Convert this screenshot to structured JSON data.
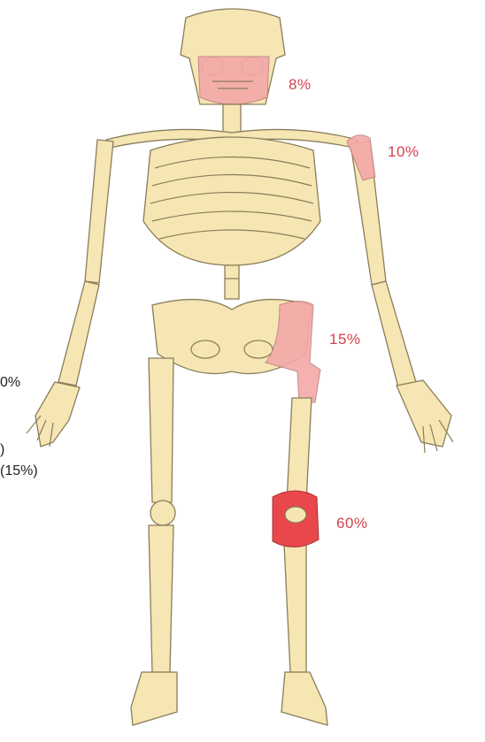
{
  "regions": [
    {
      "id": "jaw",
      "label": "8%"
    },
    {
      "id": "shoulder",
      "label": "10%"
    },
    {
      "id": "pelvis",
      "label": "15%"
    },
    {
      "id": "knee",
      "label": "60%"
    }
  ],
  "side_text": [
    "0%",
    ")",
    "(15%)"
  ],
  "colors": {
    "bone": "#f6e6b4",
    "outline": "#8a7d5a",
    "highlight_light": "#f4a9a8",
    "highlight_strong": "#e8484b",
    "label": "#d4424b"
  }
}
